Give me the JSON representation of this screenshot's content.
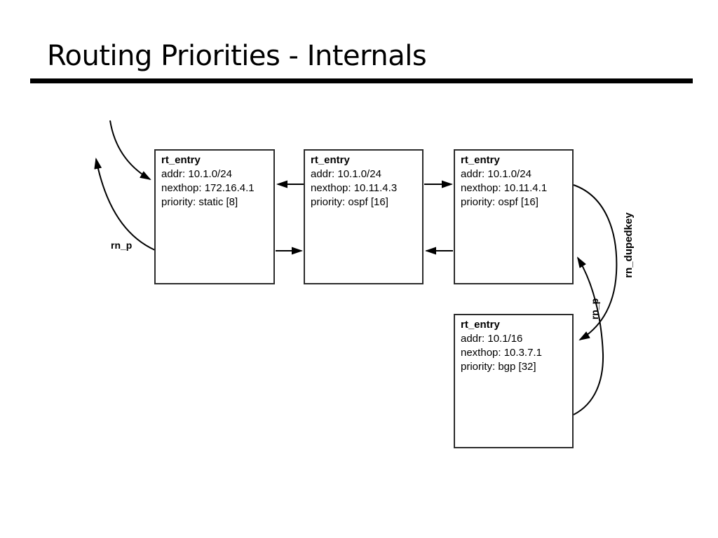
{
  "slide": {
    "title": "Routing Priorities - Internals"
  },
  "diagram": {
    "boxes": [
      {
        "title": "rt_entry",
        "addr": "addr: 10.1.0/24",
        "nexthop": "nexthop: 172.16.4.1",
        "priority": "priority: static [8]"
      },
      {
        "title": "rt_entry",
        "addr": "addr: 10.1.0/24",
        "nexthop": "nexthop: 10.11.4.3",
        "priority": "priority: ospf [16]"
      },
      {
        "title": "rt_entry",
        "addr": "addr: 10.1.0/24",
        "nexthop": "nexthop: 10.11.4.1",
        "priority": "priority: ospf [16]"
      },
      {
        "title": "rt_entry",
        "addr": "addr: 10.1/16",
        "nexthop": "nexthop: 10.3.7.1",
        "priority": "priority: bgp [32]"
      }
    ],
    "labels": {
      "rn_p_left": "rn_p",
      "rn_p_right": "rn_p",
      "rn_dupedkey": "rn_dupedkey"
    },
    "colors": {
      "background": "#ffffff",
      "line": "#000000",
      "box_border": "#2b2b2b",
      "text": "#000000"
    }
  }
}
